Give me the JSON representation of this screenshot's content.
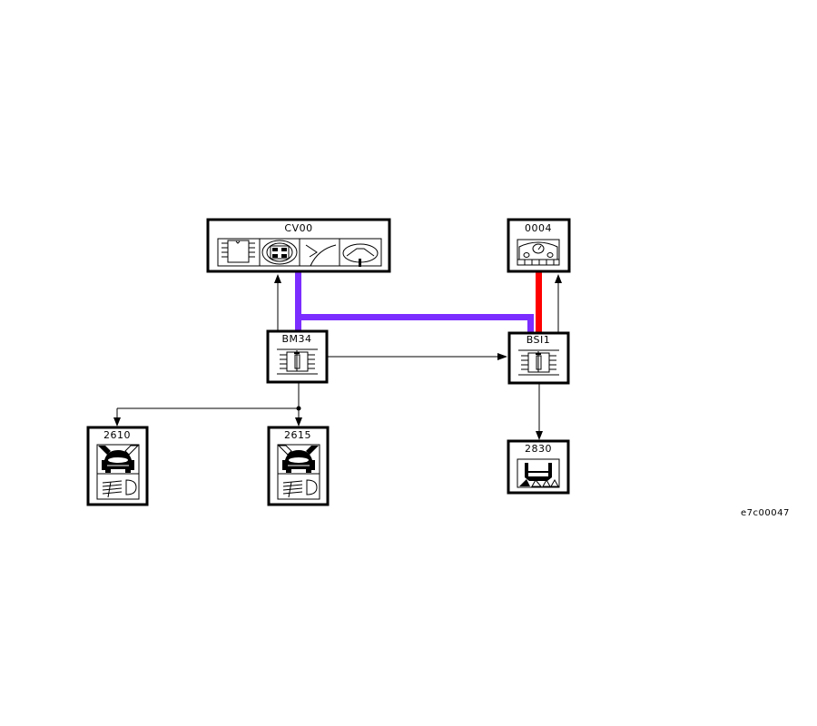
{
  "diagram": {
    "reference": "e7c00047",
    "colors": {
      "bus_purple": "#7b2cff",
      "bus_red": "#ff0000",
      "wire": "#000000"
    },
    "nodes": [
      {
        "id": "CV00",
        "label": "CV00",
        "icons": [
          "ecu-chip-icon",
          "connector-plug-icon",
          "wiper-icon",
          "steering-wheel-icon"
        ]
      },
      {
        "id": "0004",
        "label": "0004",
        "icons": [
          "instrument-cluster-icon"
        ]
      },
      {
        "id": "BM34",
        "label": "BM34",
        "icons": [
          "fuse-box-icon"
        ]
      },
      {
        "id": "BSI1",
        "label": "BSI1",
        "icons": [
          "fuse-box-icon"
        ]
      },
      {
        "id": "2610",
        "label": "2610",
        "icons": [
          "car-front-icon",
          "headlamp-icon"
        ]
      },
      {
        "id": "2615",
        "label": "2615",
        "icons": [
          "car-front-icon",
          "headlamp-icon"
        ]
      },
      {
        "id": "2830",
        "label": "2830",
        "icons": [
          "rear-lights-icon"
        ]
      }
    ],
    "connections": [
      {
        "from": "BM34",
        "to": "CV00",
        "type": "wire",
        "arrow": "to"
      },
      {
        "from": "BM34",
        "to": "CV00",
        "type": "bus",
        "color": "purple"
      },
      {
        "from": "BM34",
        "to": "BSI1",
        "type": "bus",
        "color": "purple"
      },
      {
        "from": "BSI1",
        "to": "0004",
        "type": "bus",
        "color": "red"
      },
      {
        "from": "BSI1",
        "to": "0004",
        "type": "wire",
        "arrow": "to"
      },
      {
        "from": "BM34",
        "to": "BSI1",
        "type": "wire",
        "arrow": "to"
      },
      {
        "from": "BM34",
        "to": "2610",
        "type": "wire",
        "arrow": "to"
      },
      {
        "from": "BM34",
        "to": "2615",
        "type": "wire",
        "arrow": "to"
      },
      {
        "from": "BSI1",
        "to": "2830",
        "type": "wire",
        "arrow": "to"
      }
    ]
  }
}
